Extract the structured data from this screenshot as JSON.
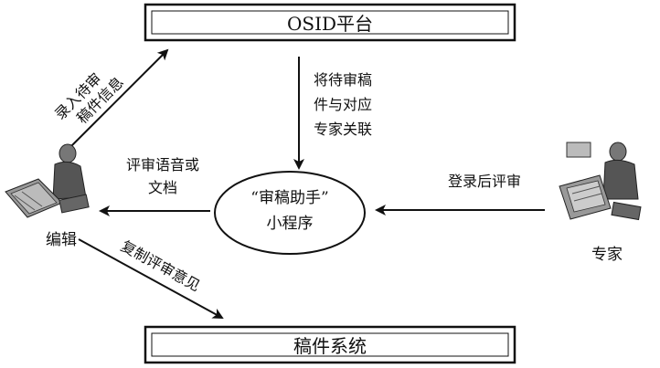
{
  "nodes": {
    "osid": "OSID平台",
    "assistant_line1": "“审稿助手”",
    "assistant_line2": "小程序",
    "manuscript_system": "稿件系统",
    "editor": "编辑",
    "expert": "专家"
  },
  "edges": {
    "editor_to_osid": [
      "录入待审",
      "稿件信息"
    ],
    "osid_to_assistant": [
      "将待审稿",
      "件与对应",
      "专家关联"
    ],
    "assistant_to_editor": [
      "评审语音或",
      "文档"
    ],
    "expert_to_assistant": "登录后评审",
    "editor_to_manuscript": "复制评审意见"
  },
  "icons": {
    "editor": "person-at-computer-icon",
    "expert": "person-at-computer-icon"
  }
}
